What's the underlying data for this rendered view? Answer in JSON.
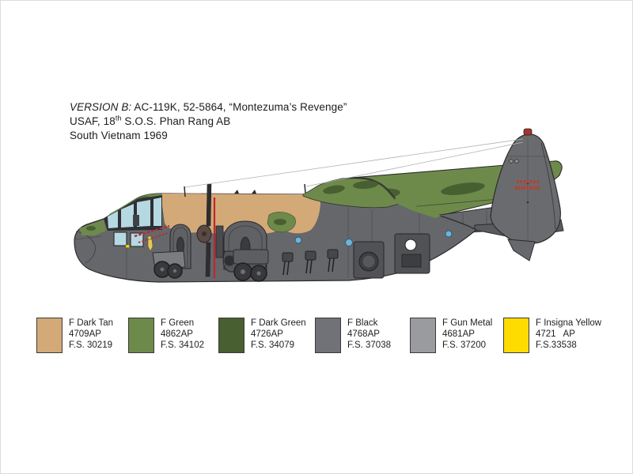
{
  "header": {
    "version_label": "VERSION B:",
    "version_rest": "AC-119K, 52-5864, “Montezuma’s Revenge”",
    "line2_pre": "USAF, 18",
    "line2_sup": "th",
    "line2_post": " S.O.S. Phan Rang AB",
    "line3": "South Vietnam 1969"
  },
  "illustration": {
    "subject": "AC-119K gunship left side profile painting guide",
    "insignia": "usaf-star-and-bars",
    "tail_serial_color": "#b04432",
    "nose_art_color": "#c0272d",
    "beacon_color": "#a8352c",
    "fuselage_gray": "#66676b",
    "window_blue": "#b5d8e2"
  },
  "palette": [
    {
      "name": "F Dark Tan",
      "code": "4709AP",
      "fs": "F.S. 30219",
      "hex": "#d3a978"
    },
    {
      "name": "F Green",
      "code": "4862AP",
      "fs": "F.S. 34102",
      "hex": "#6e8a4b"
    },
    {
      "name": "F Dark Green",
      "code": "4726AP",
      "fs": "F.S. 34079",
      "hex": "#485f31"
    },
    {
      "name": "F Black",
      "code": "4768AP",
      "fs": "F.S. 37038",
      "hex": "#717277"
    },
    {
      "name": "F Gun Metal",
      "code": "4681AP",
      "fs": "F.S. 37200",
      "hex": "#9a9b9f"
    },
    {
      "name": "F Insigna Yellow",
      "code": "4721   AP",
      "fs": "F.S.33538",
      "hex": "#ffdc00"
    }
  ]
}
